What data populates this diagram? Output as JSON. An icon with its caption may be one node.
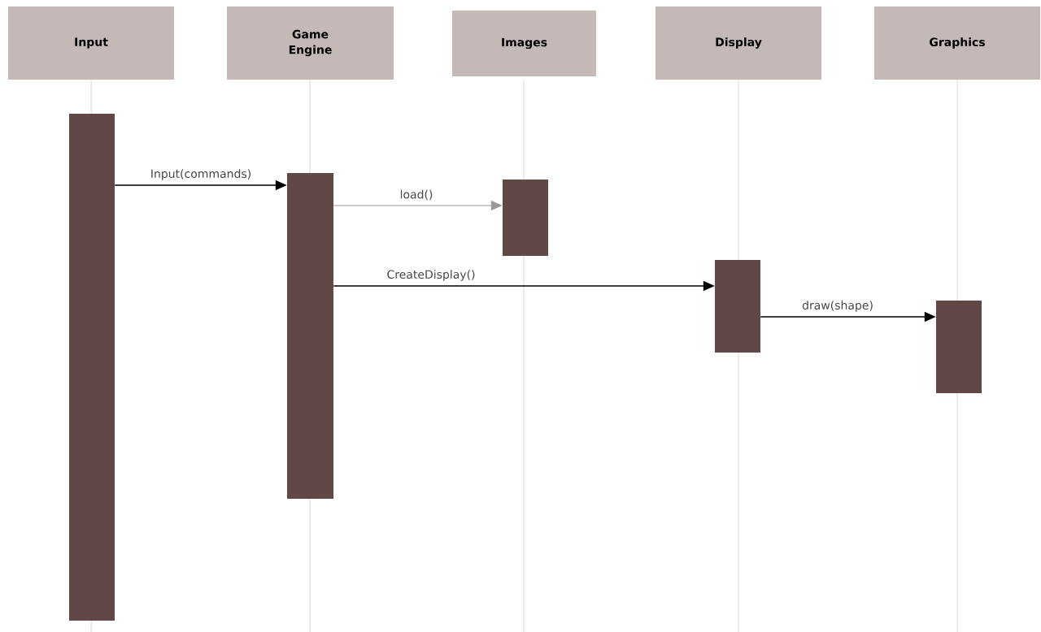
{
  "diagram": {
    "nodes": [
      {
        "text": [
          "Input"
        ]
      },
      {
        "text": [
          "Game Engine"
        ]
      },
      {
        "text": [
          "Images"
        ]
      },
      {
        "text": [
          "Display"
        ]
      },
      {
        "text": [
          "Graphics"
        ]
      },
      {
        "text": [],
        "shape": "bar"
      },
      {
        "text": [],
        "shape": "bar"
      },
      {
        "text": [],
        "shape": "bar"
      },
      {
        "text": [],
        "shape": "bar"
      },
      {
        "text": [],
        "shape": "bar"
      }
    ],
    "edges": [
      {
        "from": 5,
        "to": 6,
        "arrow": "to",
        "label": "Input(commands)"
      },
      {
        "from": 6,
        "to": 7,
        "arrow": "to",
        "label": "load()",
        "color": "#999999"
      },
      {
        "from": 6,
        "to": 8,
        "arrow": "to",
        "label": "CreateDisplay()"
      },
      {
        "from": 8,
        "to": 9,
        "arrow": "to",
        "label": "draw(shape)"
      }
    ]
  }
}
